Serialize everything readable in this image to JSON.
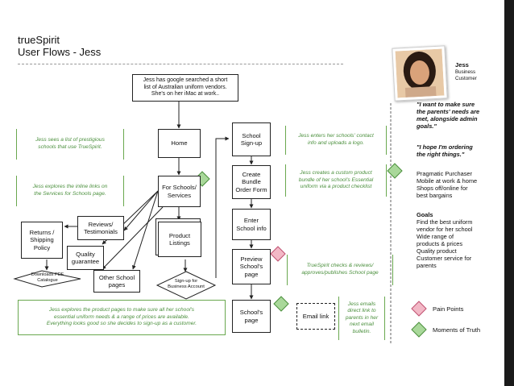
{
  "header": {
    "app_title": "trueSpirit",
    "subtitle": "User Flows - Jess"
  },
  "flow": {
    "intro": "Jess has google searched a short\nlist of Australian uniform vendors.\nShe's on her iMac at work..",
    "home": "Home",
    "for_schools": "For Schools/\nServices",
    "product_listings": "Product\nListings",
    "reviews": "Reviews/\nTestimonials",
    "returns": "Returns /\nShipping\nPolicy",
    "quality": "Quality\nguarantee",
    "downloads": "Downloads PDF\nCatalogue",
    "other_schools": "Other School\npages",
    "signup_business": "Sign-up for\nBusiness Account",
    "school_signup": "School\nSign-up",
    "create_bundle": "Create\nBundle\nOrder Form",
    "enter_school_info": "Enter\nSchool info",
    "preview_school_page": "Preview\nSchool's\npage",
    "schools_page": "School's\npage",
    "email_link": "Email link"
  },
  "notes": {
    "prestigious": "Jess sees a list of prestigious\nschools that use TrueSpirit.",
    "inline_links": "Jess explores the inline links on\nthe Services for Schools page.",
    "school_contact": "Jess enters her schools' contact\ninfo and uploads a logo.",
    "custom_bundle": "Jess creates a custom product\nbundle of her school's Essential\nuniform via a product checklist",
    "checks_reviews": "TrueSpirit checks & reviews/\napproves/publishes School page",
    "emails_parents": "Jess emails\ndirect link to\nparents in her\nnext email\nbulletin.",
    "product_pages": "Jess explores the product pages to make sure all her school's\nessential uniform needs & a range of prices are available.\nEverything looks good so she decides to sign-up as a customer."
  },
  "persona": {
    "name": "Jess",
    "role": "Business\nCustomer",
    "quote1": "\"I want to make sure\nthe parents' needs are\nmet, alongside admin\ngoals.\"",
    "quote2": "\"I hope I'm ordering\nthe right things.\"",
    "traits": "Pragmatic Purchaser\nMobile at work & home\nShops off/online for\nbest bargains",
    "goals_title": "Goals",
    "goals": "Find the best uniform\nvendor for her school\nWide range of\nproducts & prices\nQuality product\nCustomer service for\nparents"
  },
  "legend": {
    "pain_points": "Pain Points",
    "moments_of_truth": "Moments of Truth"
  },
  "colors": {
    "note_green": "#4a8f3c",
    "pain_pink": "#f2b8c6",
    "moment_green": "#a9d89a",
    "dark_bar": "#1a1a1a"
  }
}
